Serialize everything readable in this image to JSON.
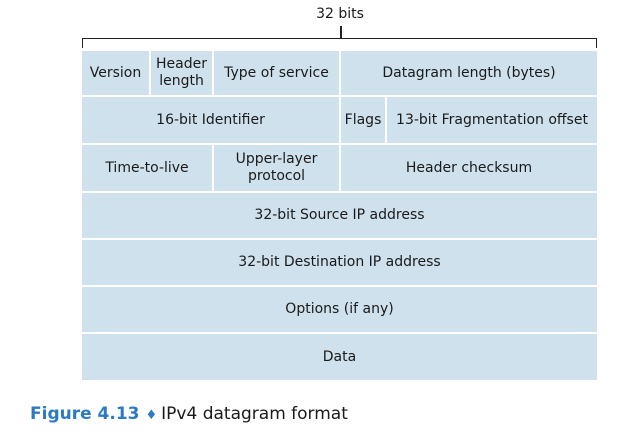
{
  "header": {
    "width_label": "32 bits"
  },
  "fields": {
    "version": "Version",
    "header_length": "Header length",
    "type_of_service": "Type of service",
    "datagram_length": "Datagram length (bytes)",
    "identifier": "16-bit Identifier",
    "flags": "Flags",
    "fragmentation_offset": "13-bit Fragmentation offset",
    "time_to_live": "Time-to-live",
    "upper_layer_protocol": "Upper-layer protocol",
    "header_checksum": "Header checksum",
    "source_ip": "32-bit Source IP address",
    "destination_ip": "32-bit Destination IP address",
    "options": "Options (if any)",
    "data": "Data"
  },
  "caption": {
    "figure": "Figure 4.13",
    "separator": "♦",
    "title": "IPv4 datagram format"
  },
  "colors": {
    "cell_fill": "#cfe1ec",
    "caption_accent": "#2b7ac4"
  }
}
